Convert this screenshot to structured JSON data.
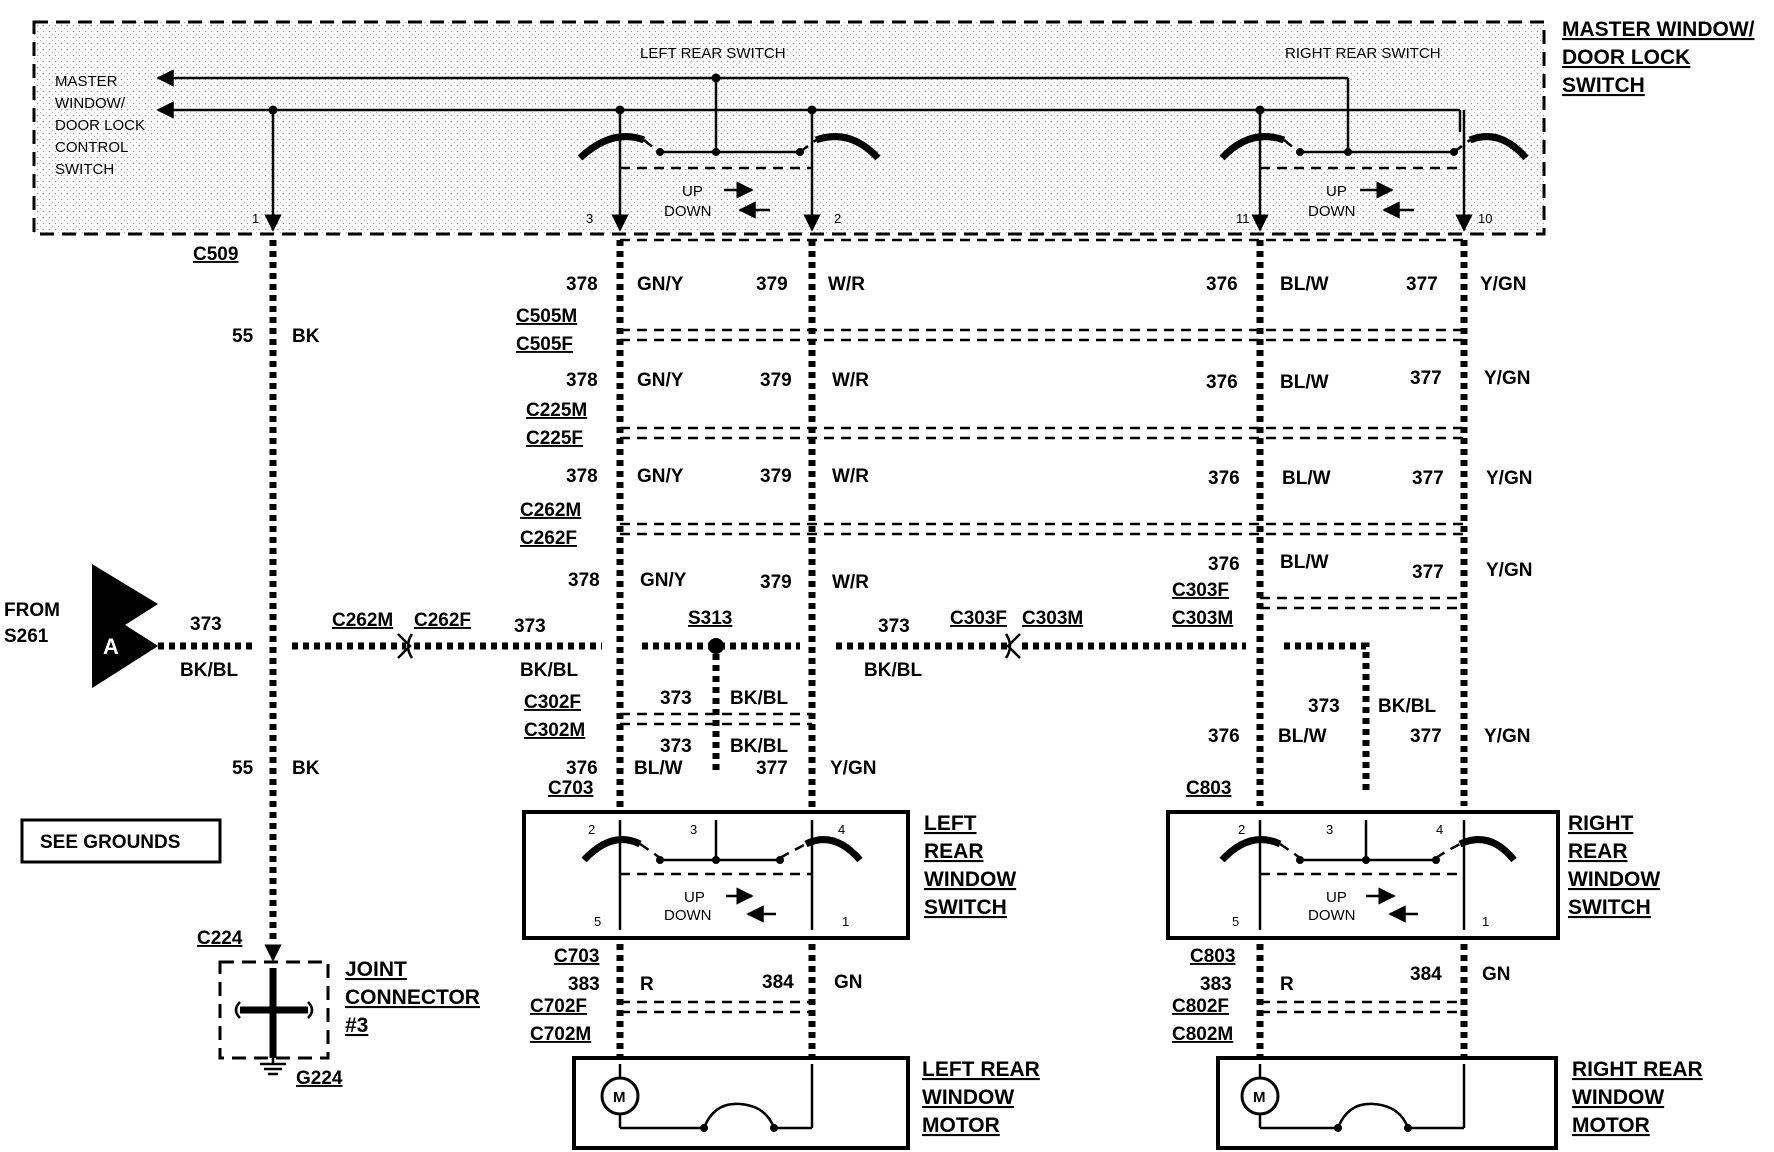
{
  "master_switch": {
    "title_lines": [
      "MASTER WINDOW/",
      "DOOR LOCK",
      "SWITCH"
    ],
    "control_lines": [
      "MASTER",
      "WINDOW/",
      "DOOR LOCK",
      "CONTROL",
      "SWITCH"
    ],
    "left_rear_switch": "LEFT REAR SWITCH",
    "right_rear_switch": "RIGHT REAR SWITCH",
    "pins": {
      "p1": "1",
      "p3": "3",
      "p2": "2",
      "p11": "11",
      "p10": "10"
    },
    "up": "UP",
    "down": "DOWN"
  },
  "connectors": {
    "c509": "C509",
    "c505m": "C505M",
    "c505f": "C505F",
    "c225m": "C225M",
    "c225f": "C225F",
    "c262m": "C262M",
    "c262f": "C262F",
    "c303f": "C303F",
    "c303m": "C303M",
    "c302f": "C302F",
    "c302m": "C302M",
    "c703": "C703",
    "c803": "C803",
    "c702f": "C702F",
    "c702m": "C702M",
    "c802f": "C802F",
    "c802m": "C802M",
    "c224": "C224",
    "g224": "G224",
    "s313": "S313"
  },
  "circuits": {
    "c55": "55",
    "bk": "BK",
    "c373": "373",
    "bkbl": "BK/BL",
    "c376": "376",
    "blw": "BL/W",
    "c377": "377",
    "ygn": "Y/GN",
    "c378": "378",
    "gny": "GN/Y",
    "c379": "379",
    "wr": "W/R",
    "c383": "383",
    "r": "R",
    "c384": "384",
    "gn": "GN"
  },
  "from": {
    "line1": "FROM",
    "line2": "S261",
    "marker": "A"
  },
  "see_grounds": "SEE GROUNDS",
  "joint_connector": [
    "JOINT",
    "CONNECTOR",
    "#3"
  ],
  "left_rear_window_switch": {
    "lines": [
      "LEFT",
      "REAR",
      "WINDOW",
      "SWITCH"
    ],
    "pins": {
      "p2": "2",
      "p3": "3",
      "p4": "4",
      "p5": "5",
      "p1": "1"
    },
    "up": "UP",
    "down": "DOWN"
  },
  "right_rear_window_switch": {
    "lines": [
      "RIGHT",
      "REAR",
      "WINDOW",
      "SWITCH"
    ],
    "pins": {
      "p2": "2",
      "p3": "3",
      "p4": "4",
      "p5": "5",
      "p1": "1"
    },
    "up": "UP",
    "down": "DOWN"
  },
  "left_rear_motor": {
    "lines": [
      "LEFT REAR",
      "WINDOW",
      "MOTOR"
    ],
    "symbol": "M"
  },
  "right_rear_motor": {
    "lines": [
      "RIGHT REAR",
      "WINDOW",
      "MOTOR"
    ],
    "symbol": "M"
  }
}
